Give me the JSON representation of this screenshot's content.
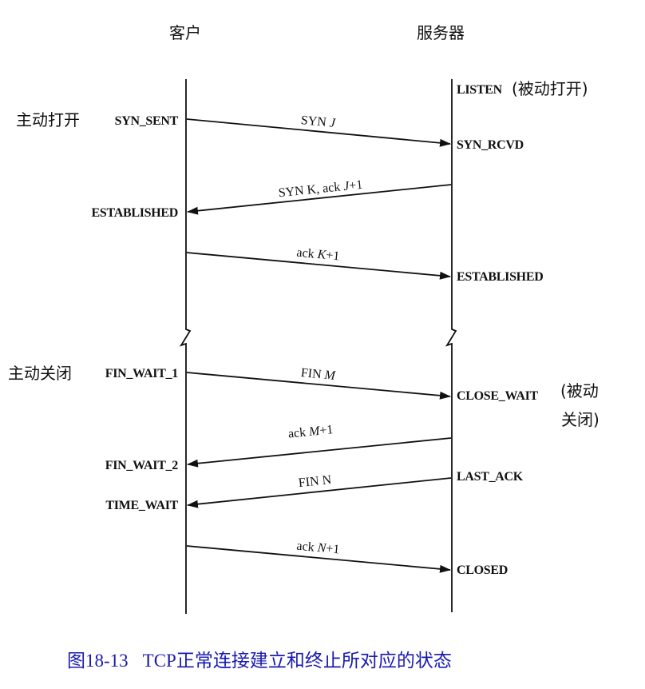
{
  "headers": {
    "client": "客户",
    "server": "服务器"
  },
  "client_states": {
    "syn_sent_note": "主动打开",
    "syn_sent": "SYN_SENT",
    "established": "ESTABLISHED",
    "fin_wait_1_note": "主动关闭",
    "fin_wait_1": "FIN_WAIT_1",
    "fin_wait_2": "FIN_WAIT_2",
    "time_wait": "TIME_WAIT"
  },
  "server_states": {
    "listen": "LISTEN",
    "listen_note": "(被动打开)",
    "syn_rcvd": "SYN_RCVD",
    "established": "ESTABLISHED",
    "close_wait": "CLOSE_WAIT",
    "close_wait_note_1": "(被动",
    "close_wait_note_2": "关闭)",
    "last_ack": "LAST_ACK",
    "closed": "CLOSED"
  },
  "messages": {
    "m1": {
      "prefix": "SYN ",
      "var": "J",
      "suffix": ""
    },
    "m2": {
      "prefix": "SYN K, ack ",
      "var": "J",
      "suffix": "+1"
    },
    "m3": {
      "prefix": "ack ",
      "var": "K",
      "suffix": "+1"
    },
    "m4": {
      "prefix": "FIN ",
      "var": "M",
      "suffix": ""
    },
    "m5": {
      "prefix": "ack ",
      "var": "M",
      "suffix": "+1"
    },
    "m6": {
      "prefix": "FIN N",
      "var": "",
      "suffix": ""
    },
    "m7": {
      "prefix": "ack ",
      "var": "N",
      "suffix": "+1"
    }
  },
  "caption": {
    "number": "图18-13",
    "text": "TCP正常连接建立和终止所对应的状态"
  },
  "colors": {
    "caption": "#1a1ab0",
    "lines": "#111111"
  }
}
